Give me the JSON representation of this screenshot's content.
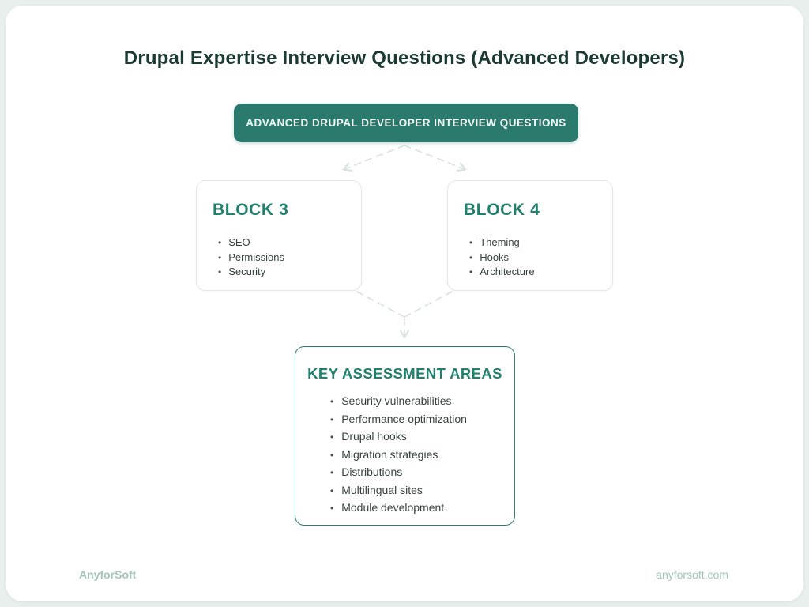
{
  "page": {
    "title": "Drupal Expertise Interview Questions (Advanced Developers)"
  },
  "banner": {
    "label": "ADVANCED DRUPAL DEVELOPER INTERVIEW QUESTIONS"
  },
  "blocks": [
    {
      "title": "BLOCK 3",
      "items": [
        "SEO",
        "Permissions",
        "Security"
      ]
    },
    {
      "title": "BLOCK 4",
      "items": [
        "Theming",
        "Hooks",
        "Architecture"
      ]
    }
  ],
  "assessment": {
    "title": "KEY ASSESSMENT AREAS",
    "items": [
      "Security vulnerabilities",
      "Performance optimization",
      "Drupal hooks",
      "Migration strategies",
      "Distributions",
      "Multilingual sites",
      "Module development"
    ]
  },
  "footer": {
    "brand": "AnyforSoft",
    "website": "anyforsoft.com"
  },
  "icons": {
    "bullet": "•"
  },
  "colors": {
    "banner_teal": "#2b7a6e",
    "heading_teal": "#22806f",
    "title_dark": "#1b3a33",
    "body_text": "#36413e",
    "connector_gray": "#d8e1dd",
    "card_border": "#e2e8e6",
    "key_border": "#2e7d70",
    "page_background": "#e9efec",
    "card_background": "#ffffff",
    "footer_muted": "#a3c4b9"
  }
}
